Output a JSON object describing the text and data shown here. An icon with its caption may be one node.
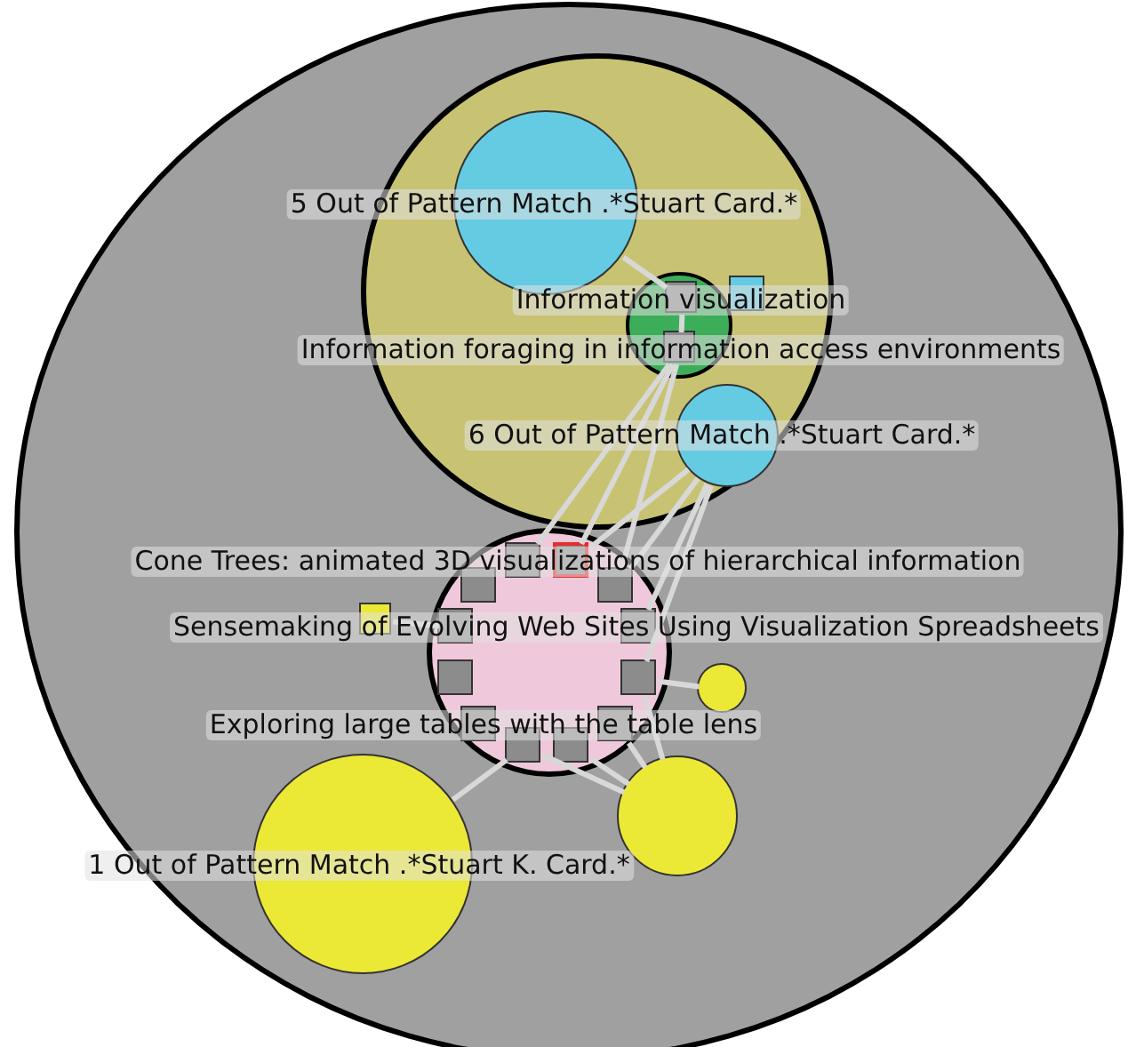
{
  "diagram": {
    "nodes": [
      {
        "text": [],
        "shape": "circle"
      },
      {
        "text": [],
        "shape": "circle",
        "in": 0
      },
      {
        "text": [],
        "shape": "circle",
        "in": 1
      },
      {
        "text": [],
        "shape": "circle",
        "in": 1
      },
      {
        "text": [],
        "shape": "box",
        "in": 3
      },
      {
        "text": [],
        "shape": "box",
        "in": 1
      },
      {
        "text": [],
        "shape": "box",
        "in": 3
      },
      {
        "text": [],
        "shape": "circle",
        "in": 1
      },
      {
        "text": [],
        "shape": "circle",
        "in": 0
      },
      {
        "text": [],
        "shape": "box",
        "in": 8
      },
      {
        "text": [],
        "shape": "box",
        "in": 8
      },
      {
        "text": [],
        "shape": "box",
        "in": 8
      },
      {
        "text": [],
        "shape": "box",
        "in": 8
      },
      {
        "text": [],
        "shape": "box",
        "in": 0
      },
      {
        "text": [],
        "shape": "box",
        "in": 8
      },
      {
        "text": [],
        "shape": "box",
        "in": 8
      },
      {
        "text": [],
        "shape": "box",
        "in": 8
      },
      {
        "text": [],
        "shape": "box",
        "in": 8
      },
      {
        "text": [],
        "shape": "circle",
        "in": 0
      },
      {
        "text": [],
        "shape": "box",
        "in": 8
      },
      {
        "text": [],
        "shape": "box",
        "in": 8
      },
      {
        "text": [],
        "shape": "box",
        "in": 8
      },
      {
        "text": [],
        "shape": "box",
        "in": 8
      },
      {
        "text": [],
        "shape": "circle",
        "in": 0
      },
      {
        "text": [],
        "shape": "circle",
        "in": 0
      }
    ],
    "edges": [
      {
        "from": 2,
        "to": 4,
        "arrow": "none"
      },
      {
        "from": 4,
        "to": 6,
        "arrow": "none"
      },
      {
        "from": 6,
        "to": 9,
        "arrow": "none"
      },
      {
        "from": 6,
        "to": 10,
        "arrow": "none"
      },
      {
        "from": 6,
        "to": 12,
        "arrow": "none"
      },
      {
        "from": 7,
        "to": 10,
        "arrow": "none"
      },
      {
        "from": 7,
        "to": 12,
        "arrow": "none"
      },
      {
        "from": 7,
        "to": 15,
        "arrow": "none"
      },
      {
        "from": 7,
        "to": 17,
        "arrow": "none"
      },
      {
        "from": 13,
        "to": 14,
        "arrow": "none"
      },
      {
        "from": 18,
        "to": 17,
        "arrow": "none"
      },
      {
        "from": 23,
        "to": 17,
        "arrow": "none"
      },
      {
        "from": 23,
        "to": 20,
        "arrow": "none"
      },
      {
        "from": 23,
        "to": 21,
        "arrow": "none"
      },
      {
        "from": 23,
        "to": 22,
        "arrow": "none"
      },
      {
        "from": 24,
        "to": 21,
        "arrow": "none"
      }
    ],
    "labels": [
      "5 Out of Pattern Match .*Stuart Card.*",
      "Information visualization",
      "Information foraging in information access environments",
      "6 Out of Pattern Match .*Stuart Card.*",
      "Cone Trees: animated 3D visualizations of hierarchical information",
      "Sensemaking of Evolving Web Sites Using Visualization Spreadsheets",
      "Exploring large tables with the table lens",
      "1 Out of Pattern Match .*Stuart K. Card.*"
    ]
  }
}
